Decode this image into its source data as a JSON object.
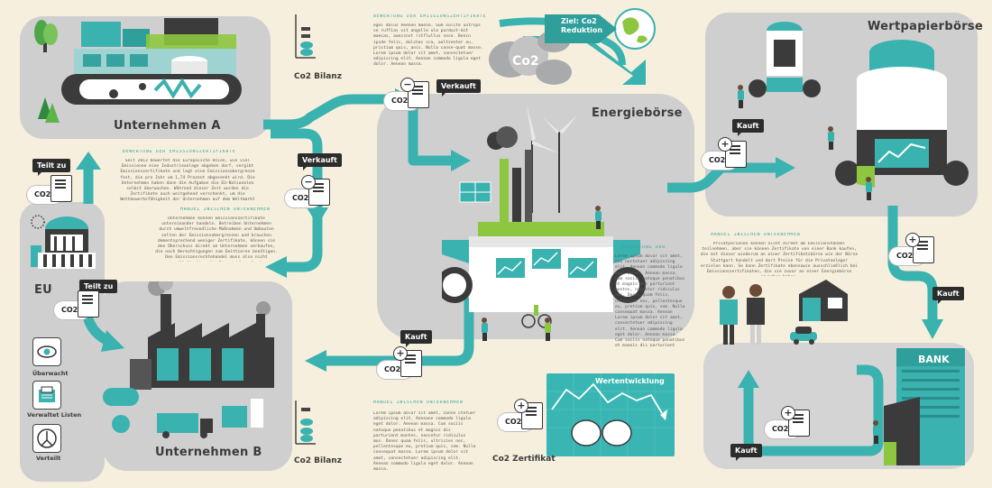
{
  "labels": {
    "unternehmen_a": "Unternehmen A",
    "unternehmen_b": "Unternehmen B",
    "energieboerse": "Energiebörse",
    "wertpapierboerse": "Wertpapierbörse",
    "eu": "EU",
    "co2_bilanz_top": "Co2 Bilanz",
    "co2_bilanz_bottom": "Co2 Bilanz",
    "co2_zertifikat": "Co2 Zertifikat",
    "ziel_line1": "Ziel: Co2",
    "ziel_line2": "Reduktion",
    "co2_cloud": "Co2",
    "wertentwicklung": "Wertentwicklung",
    "bank": "BANK"
  },
  "bubbles": {
    "verkauft_top": "Verkauft",
    "verkauft_mid": "Verkauft",
    "kauft_center": "Kauft",
    "kauft_right": "Kauft",
    "kauft_wp": "Kauft",
    "kauft_bottom": "Kauft",
    "teilt_zu_a": "Teilt zu",
    "teilt_zu_b": "Teilt zu"
  },
  "badge_text": "CO2",
  "eu_actions": [
    {
      "label": "Überwacht",
      "icon": "eye-icon"
    },
    {
      "label": "Verwaltet Listen",
      "icon": "folder-list-icon"
    },
    {
      "label": "Verteilt",
      "icon": "distribute-icon"
    }
  ],
  "headings": {
    "bewertung_top": "BEWERTUNG DER EMISSIONSZERTIFIKATE",
    "bewertung_left": "BEWERTUNG DER EMISSIONSZERTIFIKATE",
    "handel_left": "HANDEL ZWISCHEN UNTERNEHMEN",
    "bewertung_mid": "BEWERTUNG DER",
    "handel_right": "HANDEL ZWISCHEN UNTERNEHMEN",
    "handel_bottom": "HANDEL ZWISCHEN UNTERNEHMEN"
  },
  "paragraphs": {
    "top": "egei dolus Aeenen maeso. Sum sulite untrsps se ruffias vit angelle ula parduct-mit maecas, aaecsnst ritflullus sece. Benin ipsde felic, dulchas sca, aoltsenter eu, pristium quis, anis. Nulla conse-quat masse. Lorem ipsum dolor sit amet, consectetuer adipiscing elit. Aenean commodo ligula eget dolor. Aenean massa.",
    "left1": "Seit 2013 bewertet die Europäische Union, wie viel Emissionen eine Industrieanlage abgeben darf, vergibt Emissionszertifikate und legt eine Emissionsobergrenze fest, die pro Jahr um 1,74 Prozent abgesenkt wird. Die Unternehmen haben dann die Aufgaben die EU-Nationalen selbst überwachen. Während dieser Zeit wurden die Zertifikate auch weitgehend verschenkt, um die Wettbewerbsfähigkeit der Unternehmen auf dem Weltmarkt nicht zu gefährden. Bei Verkäufen gilt der Marktpreis.",
    "left2": "Unternehmen können Emissionszertifikate untereinander handeln. Betreiben Unternehmen durch umweltfreundliche Maßnahmen und Umbauten selten der Emissionsobergrenzen und brauchen dementsprechend weniger Zertifikate, können sie den Überschuss direkt an Unternehmen verkaufen, die noch Berechtigungen zum Emittieren benötigen. Den Emissionsrechtehandel muss also nicht zwangsläufig über die Energiebörse laufen.",
    "mid": "Lorem ipsum dolor sit amet, con nectetuer adipiscing elit. Aenean commodo ligula eget dolor. Aenean massa. Cum sociis natoque penatibus et magnis dis parturient montes, nascetur ridiculus mus. Donec quam felis, ultricies nec, pellentesque eu, pretium quis, sem. Nulla consequat massa. Aenean Lorem ipsum dolor sit amet, consectetuer adipiscing elit. Aenean commodo ligula eget dolor. Aenean massa. Cum sociis natoque penatibus et magnis dis parturient montes.",
    "right": "Privatpersonen können nicht direkt am Emissionshandel teilnehmen, aber sie können Zertifikate von einer Bank kaufen, die mit dieser wiederum an einer Zertifikatsbörse wie der Börse Stuttgart handelt und dort Preise für die Privatanleger erzielen kann. So kann Zertifikate ebensowie ausschließlich bei Emissionszertifikaten, die sie zuvor an einer Energiebörse erworben haben.",
    "bottom": "Lorem ipsum dolor sit amet, conse ctetuer adipiscing elit. Aeneane commodo ligula eget dolor. Aenean massa. Cum sociis natoque penatibus et magnis dis parturient montes, nascetur ridiculus mus. Donec quam felis, ultricies nec, pellentesque eu, pretium quis, sem. Nulla consequat massa. Lorem ipsum dolor sit amet, consectetuer adipiscing elit. Aenean commodo ligula eget dolor. Aenean massa."
  },
  "colors": {
    "teal": "#3ab2b0",
    "teal_dark": "#1e8f8c",
    "green": "#8dc63f",
    "gray_panel": "#cfcfd0",
    "dark": "#2c2c2c",
    "background": "#f6efdd"
  }
}
